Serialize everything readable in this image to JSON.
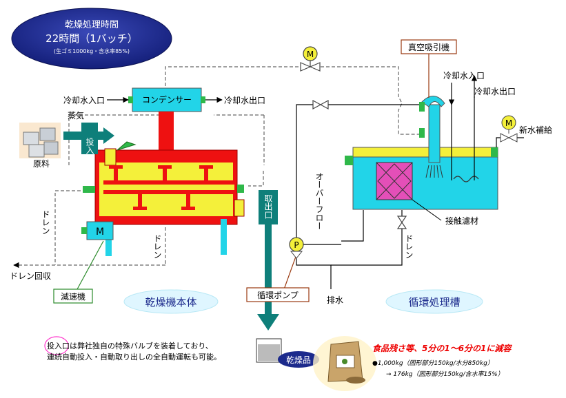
{
  "header": {
    "line1": "乾燥処理時間",
    "line2": "22時間（1バッチ）",
    "line3": "(生ゴミ1000kg・含水率85%)"
  },
  "labels": {
    "condenser": "コンデンサー",
    "coolin_left": "冷却水入口",
    "coolout_left": "冷却水出口",
    "steam": "蒸気",
    "inlet": "投入口",
    "material": "原料",
    "drain_left": "ドレン",
    "drain_center": "ドレン",
    "drain_return": "ドレン回収",
    "reducer": "減速機",
    "motor_m": "M",
    "outlet": "取出口",
    "dryer_body": "乾燥機本体",
    "circ_pump": "循環ポンプ",
    "pump_p": "P",
    "vacuum": "真空吸引機",
    "coolin_right": "冷却水入口",
    "coolout_right": "冷却水出口",
    "new_water": "新水補給",
    "overflow": "オーバーフロー",
    "contact_media": "接触濾材",
    "drain_right": "ドレン",
    "discharge": "排水",
    "circ_tank": "循環処理槽",
    "dried_product": "乾燥品"
  },
  "note": {
    "line1": "投入口は弊社独自の特殊バルブを装着しており、",
    "line2": "連続自動投入・自動取り出しの全自動運転も可能。"
  },
  "result": {
    "title": "食品残さ等、5分の1～6分の1に減容",
    "line1": "●1,000kg（固形部分150kg/水分850kg）",
    "line2": "→ 176kg（固形部分150kg/含水率15%）"
  },
  "colors": {
    "red": "#ee1111",
    "yellow": "#f4f03a",
    "cyan": "#22d4e8",
    "teal": "#0e7f7a",
    "navy": "#1c2a8c"
  }
}
